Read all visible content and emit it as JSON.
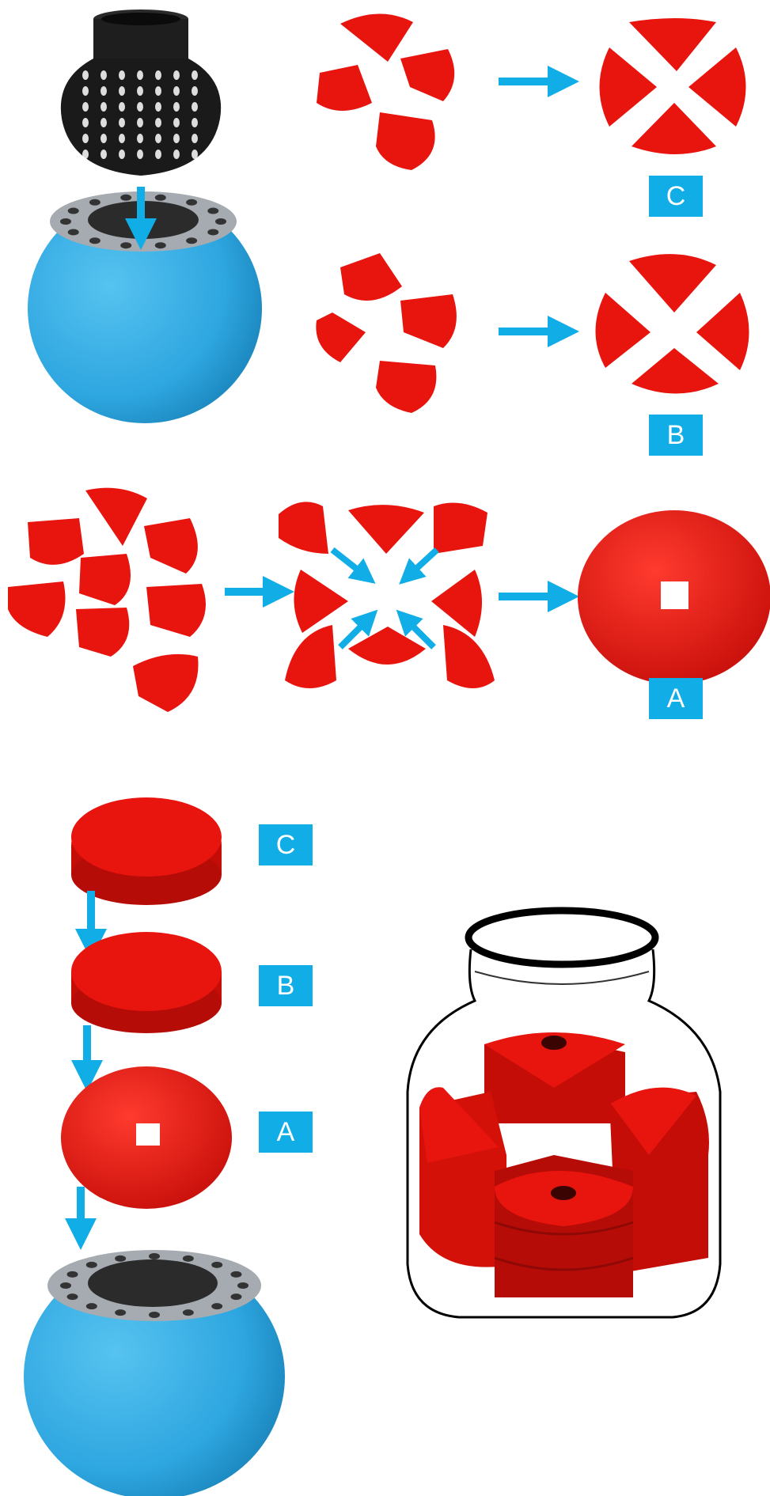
{
  "colors": {
    "accent": "#10ade6",
    "segment_red": "#e8140e",
    "segment_dark": "#a80b08",
    "tank_blue": "#2ea6e0",
    "flange_grey": "#9aa0a6",
    "strainer_black": "#1a1a1a"
  },
  "labels": {
    "top_c": "C",
    "top_b": "B",
    "top_a": "A",
    "stack_c": "C",
    "stack_b": "B",
    "stack_a": "A"
  },
  "icons": [
    "strainer-basket-icon",
    "spherical-tank-icon",
    "foam-segment-icon",
    "assembled-ring-icon",
    "arrow-icon",
    "jar-icon"
  ]
}
